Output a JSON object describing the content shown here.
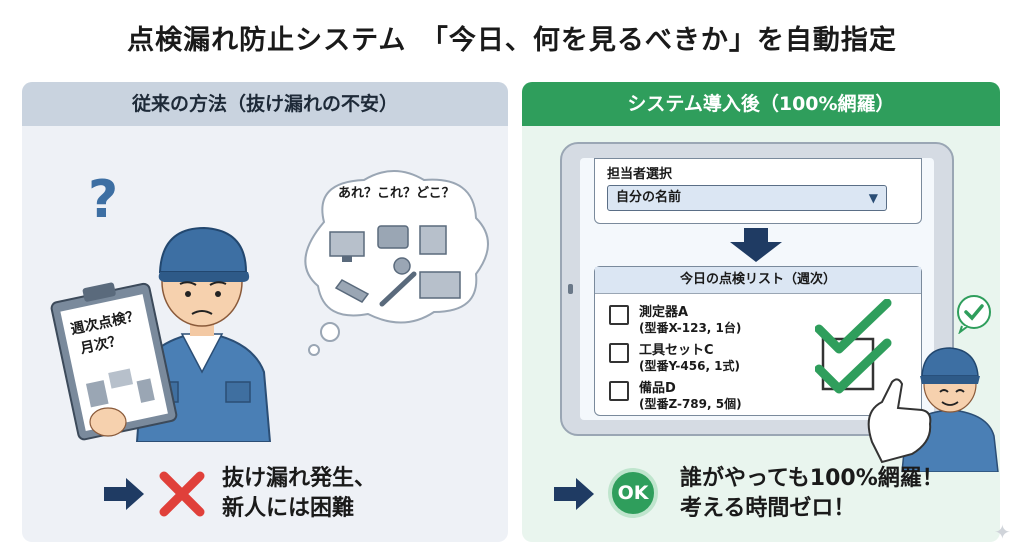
{
  "title": "点検漏れ防止システム　「今日、何を見るべきか」を自動指定",
  "left": {
    "header": "従来の方法（抜け漏れの不安）",
    "clipboard_text": [
      "週次点検？",
      "月次？"
    ],
    "thought_text": "あれ？これ？どこ？",
    "result_lines": [
      "抜け漏れ発生、",
      "新人には困難"
    ]
  },
  "right": {
    "header": "システム導入後（100%網羅）",
    "assignee_label": "担当者選択",
    "assignee_value": "自分の名前",
    "list_title": "今日の点検リスト（週次）",
    "items": [
      {
        "name": "測定器A",
        "model": "(型番X-123, 1台)"
      },
      {
        "name": "工具セットC",
        "model": "(型番Y-456, 1式)"
      },
      {
        "name": "備品D",
        "model": "(型番Z-789, 5個)"
      }
    ],
    "ok_badge": "OK",
    "result_lines": [
      "誰がやっても100%網羅！",
      "考える時間ゼロ！"
    ]
  },
  "colors": {
    "green": "#2f9e5c",
    "navy": "#1f3b63",
    "red": "#e0403a",
    "worker_blue": "#4a7fb5"
  }
}
